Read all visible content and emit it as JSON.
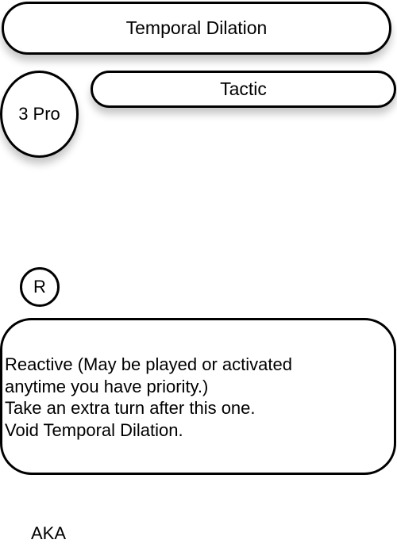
{
  "card": {
    "title": "Temporal Dilation",
    "type": "Tactic",
    "cost": "3 Pro",
    "rarity": "R",
    "rules_text": [
      "Reactive (May be played or activated",
      "anytime you have priority.)",
      "Take an extra turn after this one.",
      "Void Temporal Dilation."
    ],
    "aka": "AKA"
  }
}
